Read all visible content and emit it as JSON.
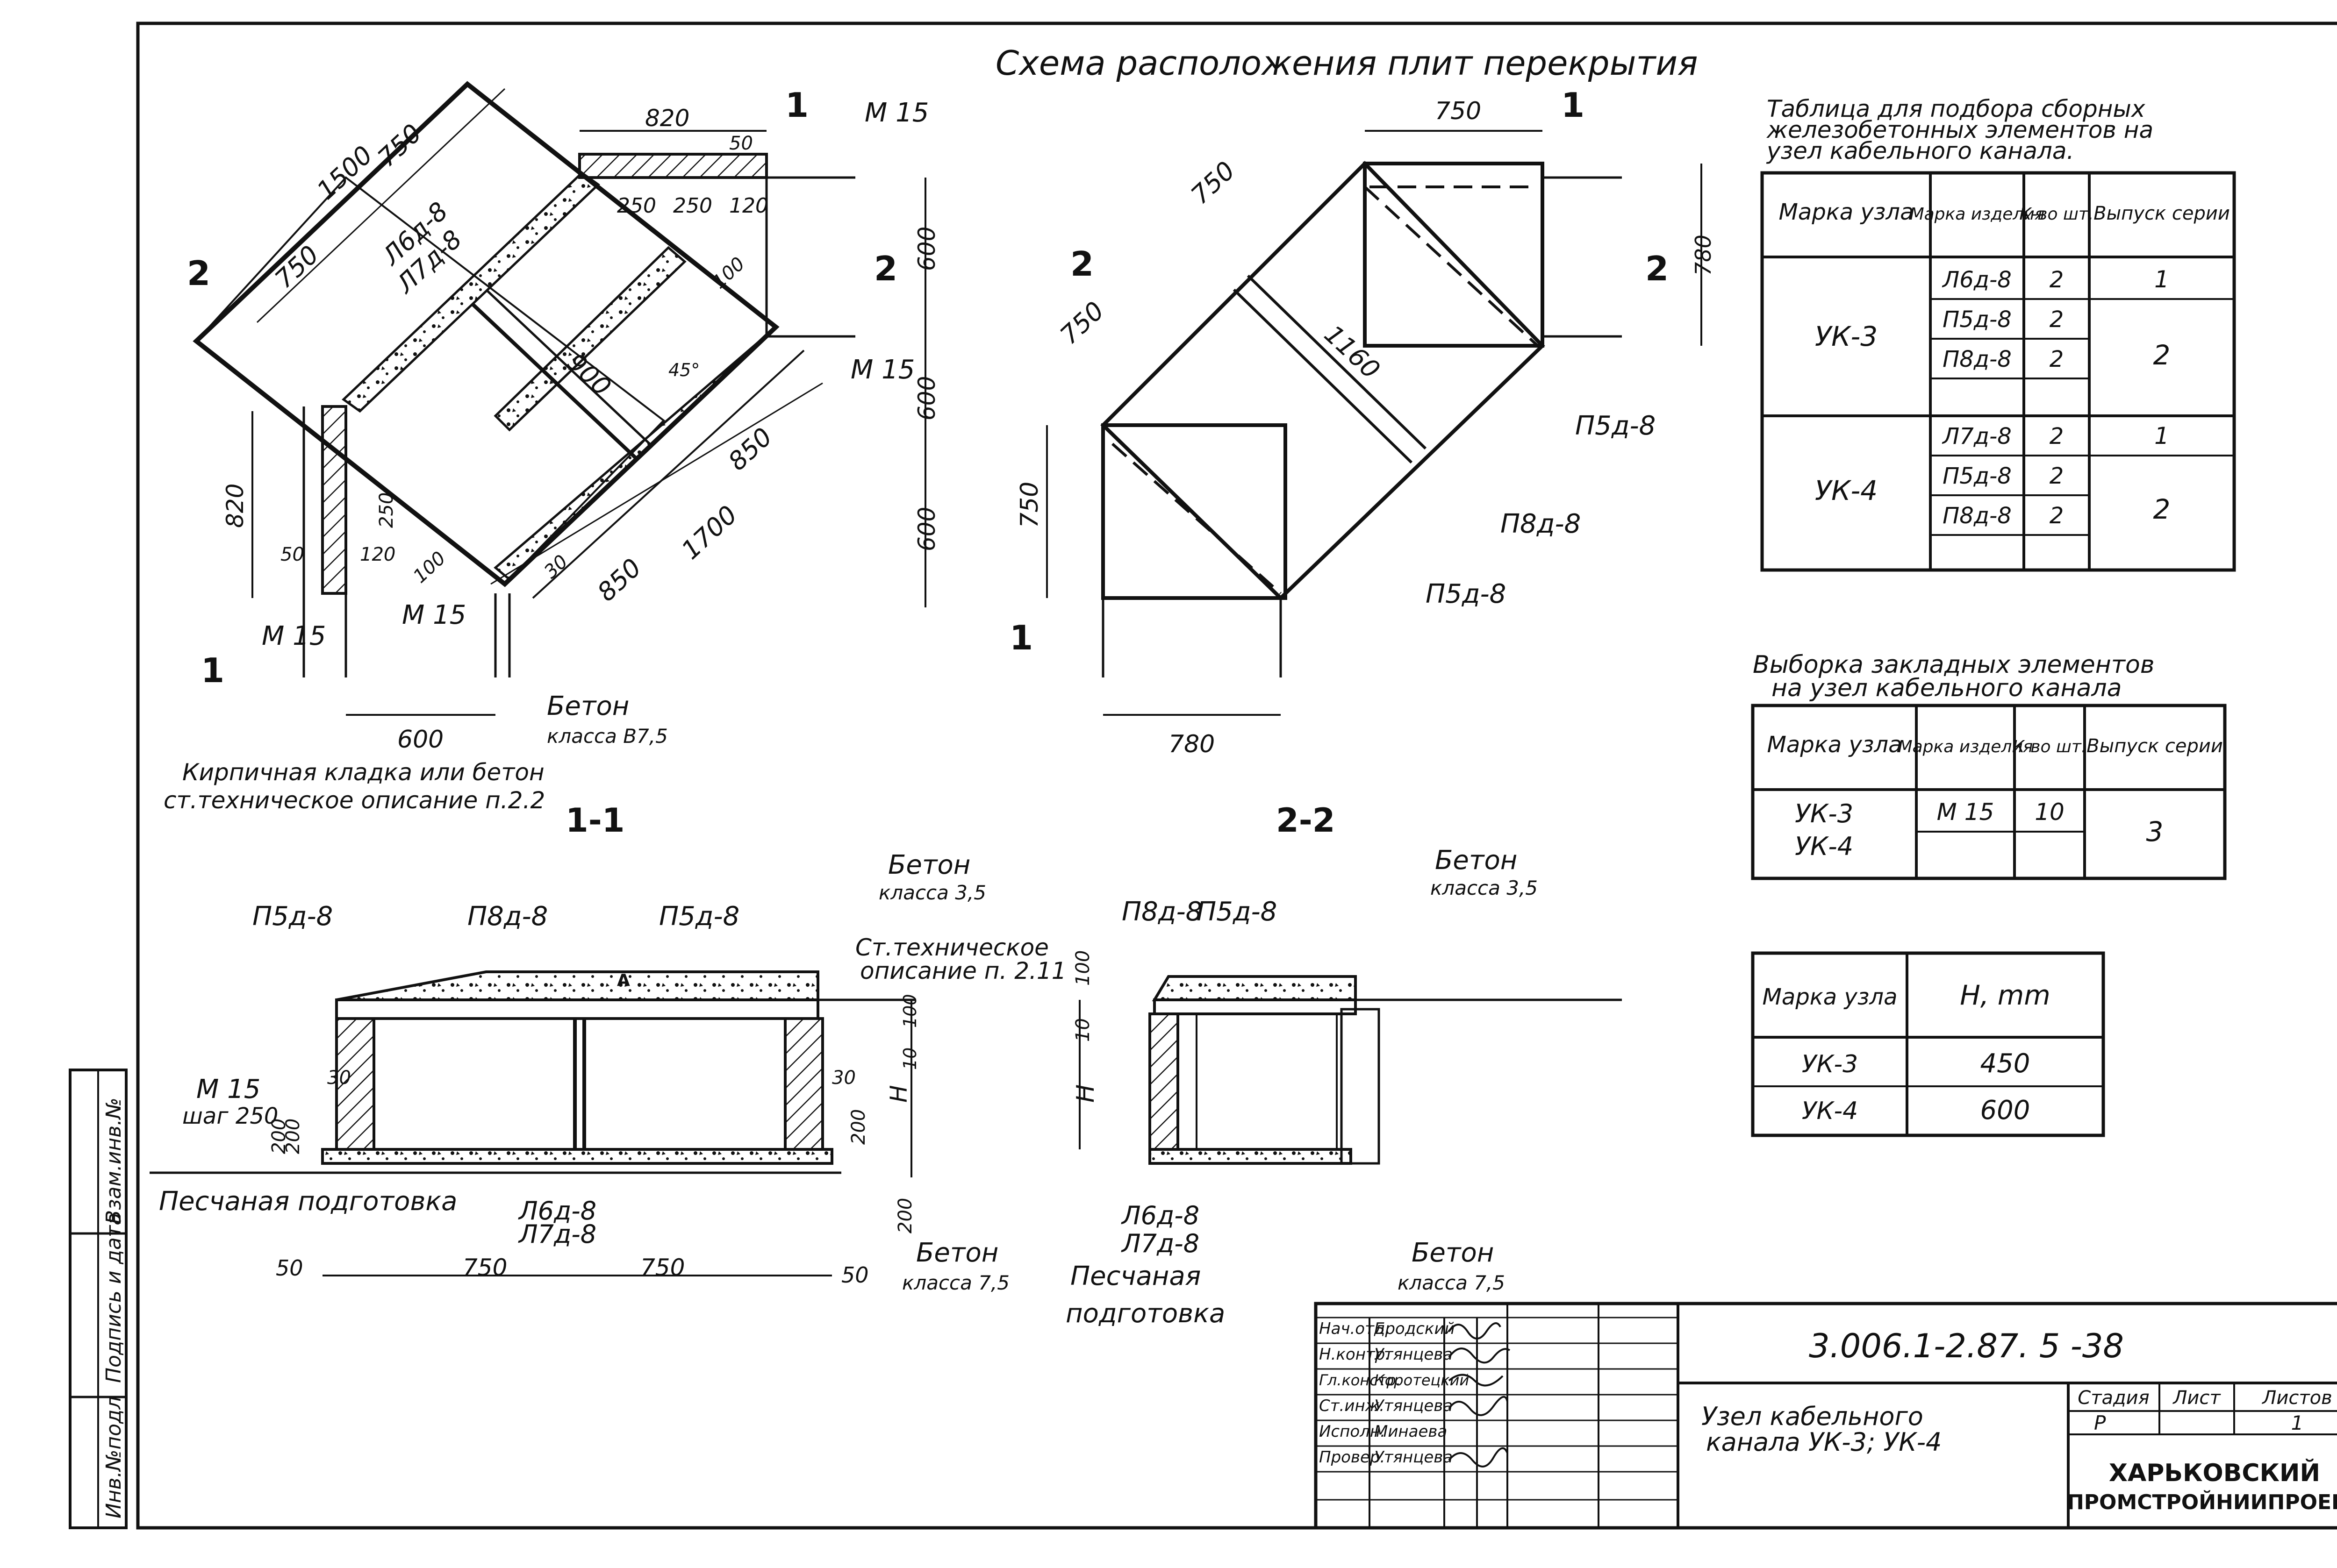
{
  "drawing": {
    "title": "Схема расположения плит перекрытия",
    "section_1_1": "1-1",
    "section_2_2": "2-2",
    "plan_left": {
      "dims": [
        "1500",
        "750",
        "750",
        "820",
        "50",
        "250",
        "250",
        "120",
        "600",
        "600",
        "600",
        "900",
        "850",
        "850",
        "1700",
        "820",
        "250",
        "120",
        "50",
        "100",
        "100",
        "30",
        "600",
        "45°"
      ],
      "marks": [
        "Л6д-8",
        "Л7д-8",
        "М 15",
        "М 15",
        "М 15",
        "М 15"
      ],
      "cut_marks": [
        "2",
        "2",
        "1",
        "1"
      ],
      "concrete_label": "Бетон",
      "concrete_class": "класса В7,5",
      "note_line1": "Кирпичная кладка или бетон",
      "note_line2": "ст.техническое описание п.2.2"
    },
    "plan_right": {
      "dims": [
        "750",
        "750",
        "750",
        "1160",
        "780",
        "750",
        "780"
      ],
      "marks": [
        "П5д-8",
        "П8д-8",
        "П5д-8"
      ],
      "cut_marks": [
        "1",
        "2",
        "2",
        "1"
      ]
    },
    "section_left": {
      "top_marks": [
        "П5д-8",
        "П8д-8",
        "П5д-8"
      ],
      "concrete_top": "Бетон",
      "concrete_top_class": "класса 3,5",
      "tech_note_line1": "Ст.техническое",
      "tech_note_line2": "описание п. 2.11",
      "m15": "М 15",
      "step": "шаг 250",
      "sand": "Песчаная подготовка",
      "bottom_marks": [
        "Л6д-8",
        "Л7д-8"
      ],
      "concrete_bottom": "Бетон",
      "concrete_bottom_class": "класса 7,5",
      "dims": [
        "50",
        "750",
        "750",
        "50",
        "200",
        "200",
        "200",
        "100",
        "10",
        "30",
        "30",
        "H",
        "200"
      ],
      "flag": "A"
    },
    "section_right": {
      "top_marks": [
        "П8д-8",
        "П5д-8"
      ],
      "concrete_top": "Бетон",
      "concrete_top_class": "класса 3,5",
      "dims": [
        "100",
        "10",
        "H"
      ],
      "bottom_marks": [
        "Л6д-8",
        "Л7д-8"
      ],
      "sand_line1": "Песчаная",
      "sand_line2": "подготовка",
      "concrete_bottom": "Бетон",
      "concrete_bottom_class": "класса 7,5"
    }
  },
  "table1": {
    "caption_line1": "Таблица для подбора сборных",
    "caption_line2": "железобетонных элементов на",
    "caption_line3": "узел кабельного канала.",
    "headers": [
      "Марка узла",
      "Марка изделия",
      "К-во шт.",
      "Выпуск серии"
    ],
    "groups": [
      {
        "node": "УК-3",
        "rows": [
          [
            "Л6д-8",
            "2"
          ],
          [
            "П5д-8",
            "2"
          ],
          [
            "П8д-8",
            "2"
          ]
        ],
        "series": [
          "1",
          "2"
        ]
      },
      {
        "node": "УК-4",
        "rows": [
          [
            "Л7д-8",
            "2"
          ],
          [
            "П5д-8",
            "2"
          ],
          [
            "П8д-8",
            "2"
          ]
        ],
        "series": [
          "1",
          "2"
        ]
      }
    ]
  },
  "table2": {
    "caption_line1": "Выборка закладных элементов",
    "caption_line2": "на узел кабельного канала",
    "headers": [
      "Марка узла",
      "Марка изделия",
      "К-во шт.",
      "Выпуск серии"
    ],
    "nodes": [
      "УК-3",
      "УК-4"
    ],
    "item": "М 15",
    "qty": "10",
    "series": "3"
  },
  "table3": {
    "headers": [
      "Марка узла",
      "H, mm"
    ],
    "rows": [
      [
        "УК-3",
        "450"
      ],
      [
        "УК-4",
        "600"
      ]
    ]
  },
  "side_stamp": {
    "fields": [
      "Инв.№подл",
      "Подпись и дата",
      "Взам.инв.№"
    ]
  },
  "title_block": {
    "code": "3.006.1-2.87. 5 -38",
    "name_line1": "Узел кабельного",
    "name_line2": "канала УК-3; УК-4",
    "stage_label": "Стадия",
    "sheet_label": "Лист",
    "sheets_label": "Листов",
    "stage": "Р",
    "sheet": "",
    "sheets": "1",
    "org_line1": "ХАРЬКОВСКИЙ",
    "org_line2": "ПРОМСТРОЙНИИПРОЕКТ",
    "roles": [
      [
        "Нач.отд.",
        "Бродский"
      ],
      [
        "Н.контр.",
        "Утянцева"
      ],
      [
        "Гл.констр.",
        "Коротецкий"
      ],
      [
        "Ст.инж.",
        "Утянцева"
      ],
      [
        "Исполн.",
        "Минаева"
      ],
      [
        "Провер.",
        "Утянцева"
      ]
    ]
  }
}
